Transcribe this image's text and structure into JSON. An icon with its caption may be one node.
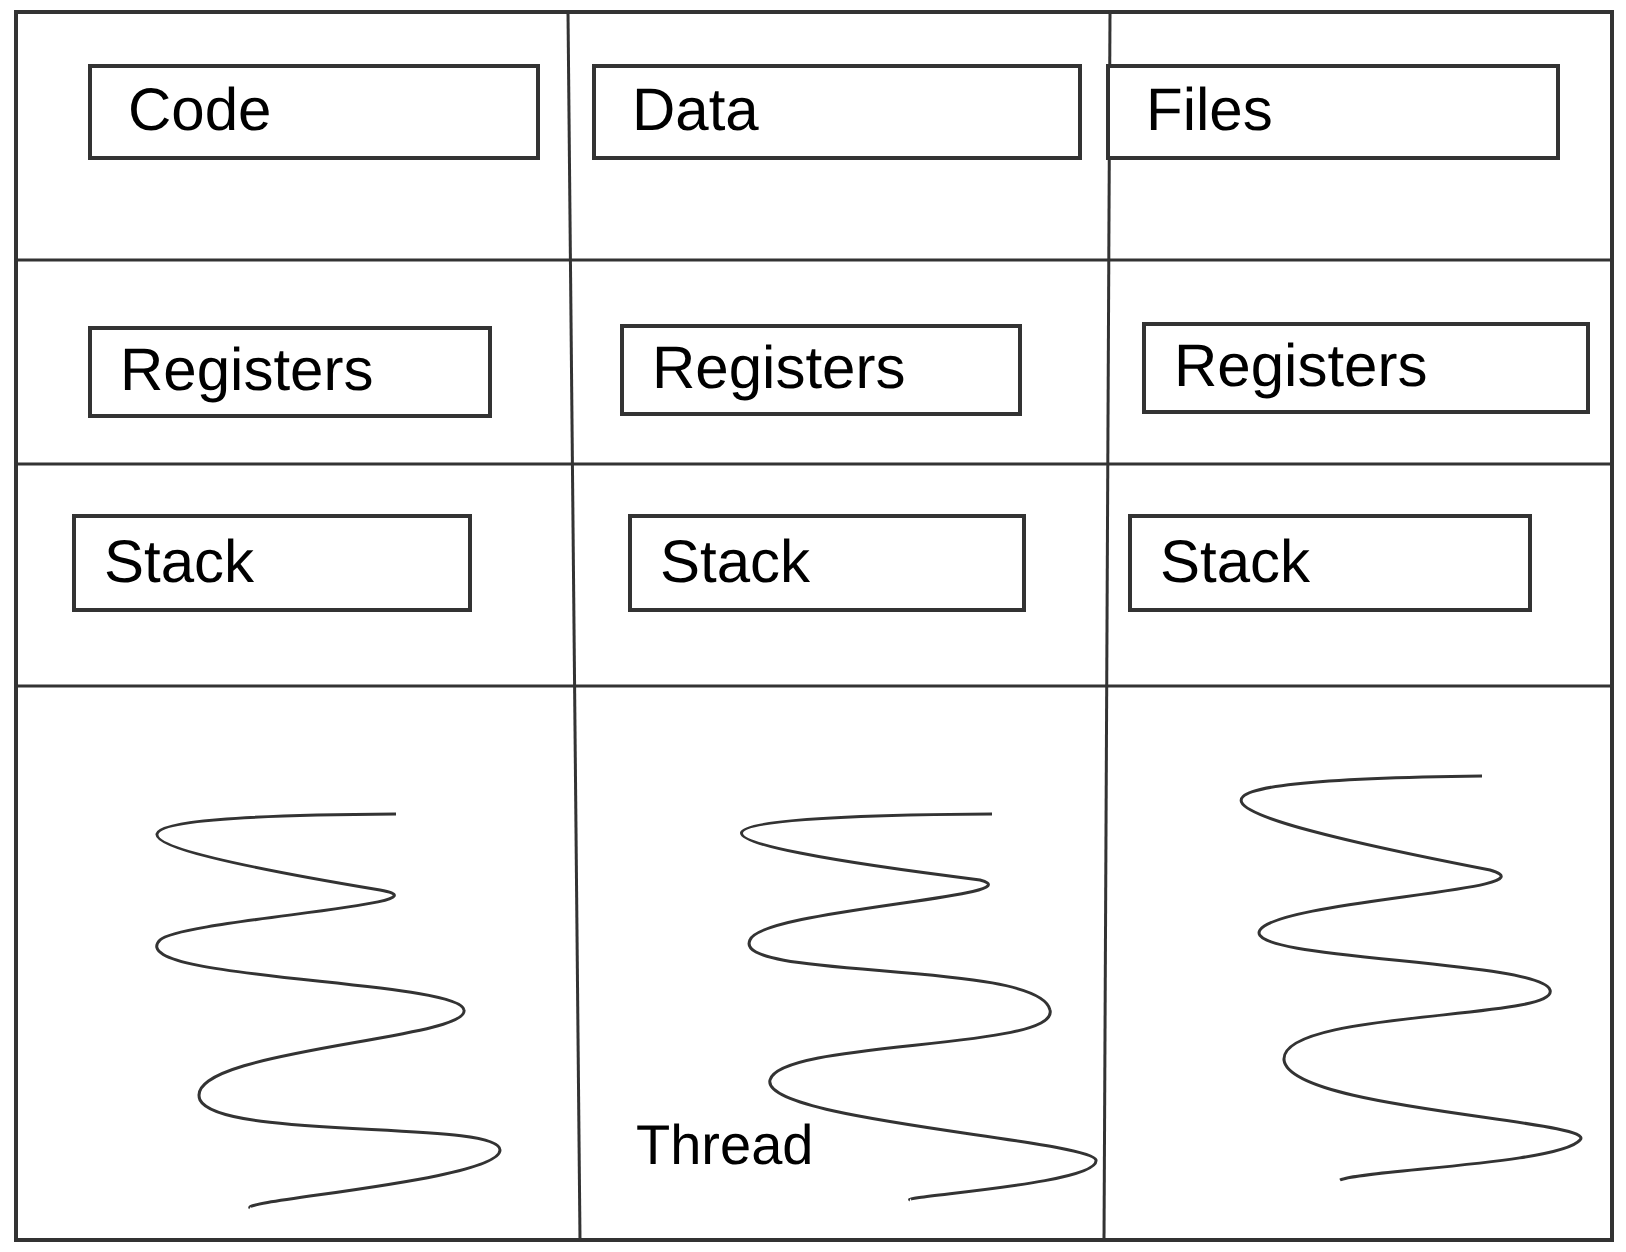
{
  "diagram": {
    "nodes": [
      {
        "text": [
          "Code"
        ]
      },
      {
        "text": [
          "Data"
        ]
      },
      {
        "text": [
          "Files"
        ]
      },
      {
        "text": [
          "Registers"
        ]
      },
      {
        "text": [
          "Registers"
        ]
      },
      {
        "text": [
          "Registers"
        ]
      },
      {
        "text": [
          "Stack"
        ]
      },
      {
        "text": [
          "Stack"
        ]
      },
      {
        "text": [
          "Stack"
        ]
      }
    ],
    "labels": [
      "Thread"
    ]
  }
}
